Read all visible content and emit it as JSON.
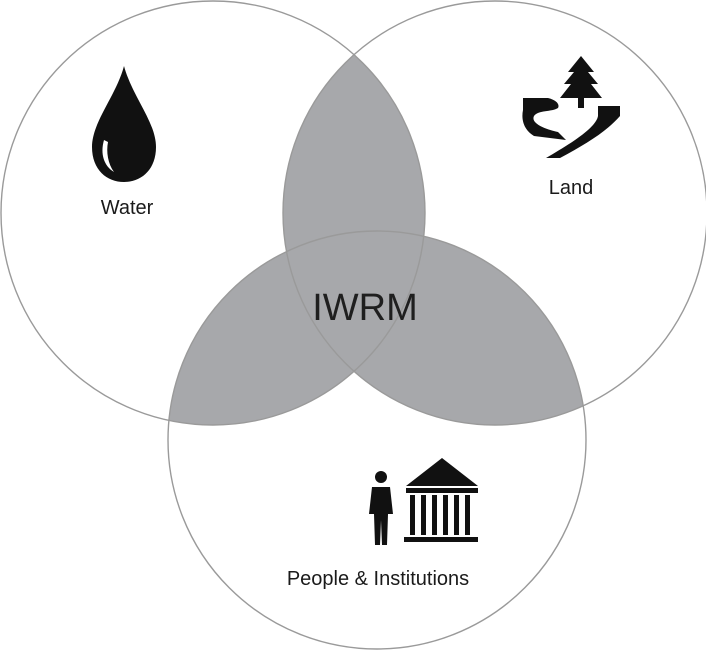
{
  "diagram": {
    "type": "venn-3",
    "center_label": "IWRM",
    "overlap_color": "#a7a8ab",
    "outline_color": "#9a9a9a",
    "sets": [
      {
        "label": "Water",
        "icon": "water-drop-icon"
      },
      {
        "label": "Land",
        "icon": "river-tree-icon"
      },
      {
        "label": "People & Institutions",
        "icon": "person-building-icon"
      }
    ]
  }
}
